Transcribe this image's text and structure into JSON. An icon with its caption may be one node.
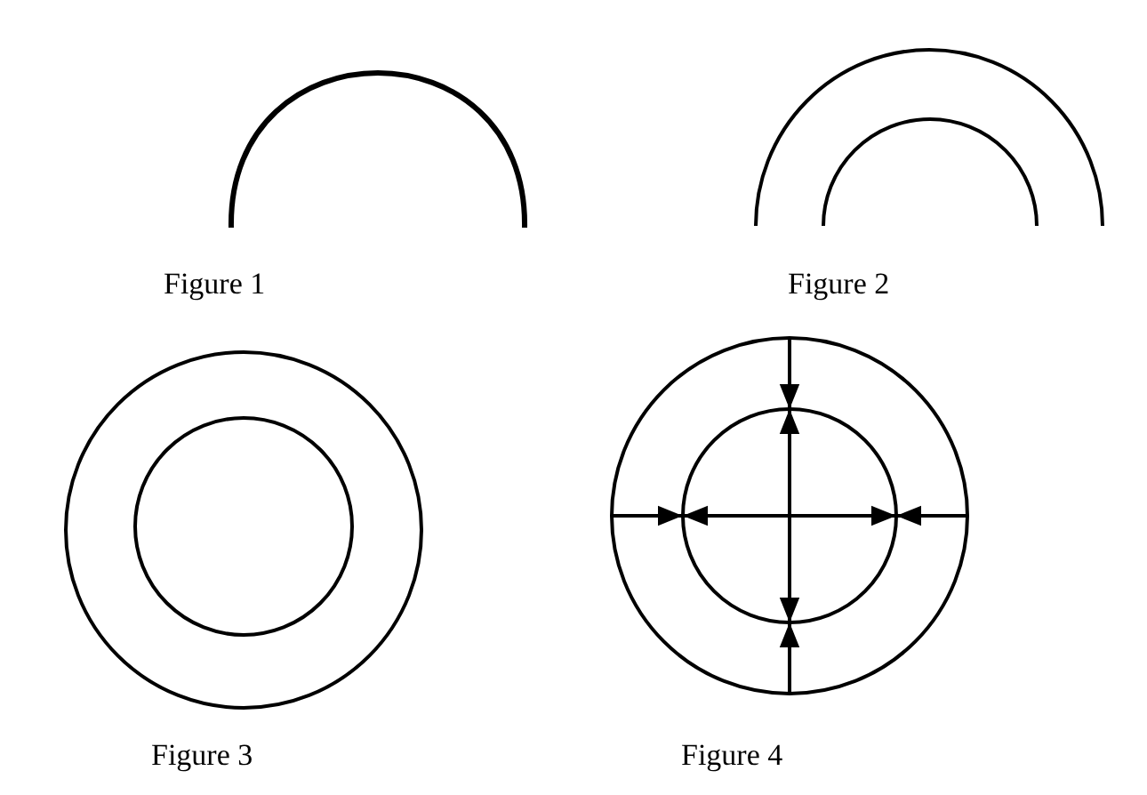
{
  "diagram": {
    "labels": [
      "Figure 1",
      "Figure 2",
      "Figure 3",
      "Figure 4"
    ]
  }
}
